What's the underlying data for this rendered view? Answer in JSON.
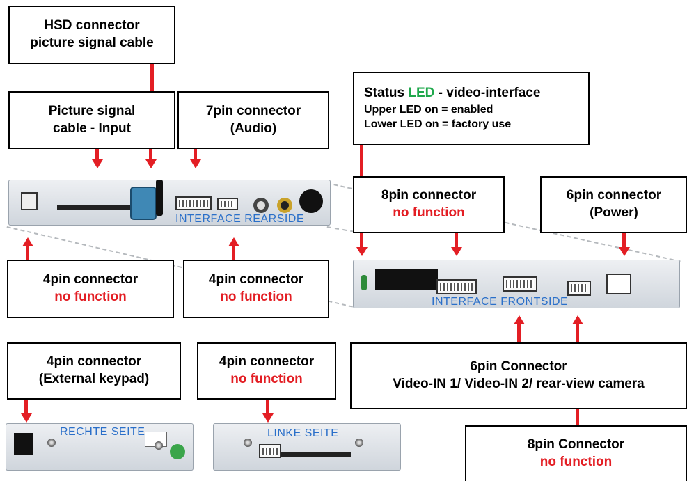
{
  "labels": {
    "hsd": [
      "HSD connector",
      "picture signal cable"
    ],
    "picture_input": [
      "Picture signal",
      "cable - Input"
    ],
    "pin7_audio": [
      "7pin connector",
      "(Audio)"
    ],
    "status_led": {
      "title_pre": "Status ",
      "title_led": "LED",
      "title_post": " - video-interface",
      "upper": "Upper LED on =  enabled",
      "lower": "Lower LED on =  factory use"
    },
    "pin8_top": [
      "8pin connector",
      "no function"
    ],
    "pin6_power": [
      "6pin connector",
      "(Power)"
    ],
    "pin4_left": [
      "4pin connector",
      "no function"
    ],
    "pin4_mid": [
      "4pin connector",
      "no function"
    ],
    "pin4_keypad": [
      "4pin connector",
      "(External keypad)"
    ],
    "pin4_bottom": [
      "4pin connector",
      "no function"
    ],
    "pin6_video": [
      "6pin Connector",
      "Video-IN 1/ Video-IN 2/  rear-view camera"
    ],
    "pin8_bottom": [
      "8pin Connector",
      "no function"
    ]
  },
  "devices": {
    "rearside": "INTERFACE REARSIDE",
    "frontside": "INTERFACE FRONTSIDE",
    "right_side": "RECHTE SEITE",
    "left_side": "LINKE SEITE"
  },
  "colors": {
    "arrow": "#e31e24",
    "accent_red": "#e31e24",
    "led_green": "#1ea84b",
    "device_label": "#2a6fc9"
  }
}
